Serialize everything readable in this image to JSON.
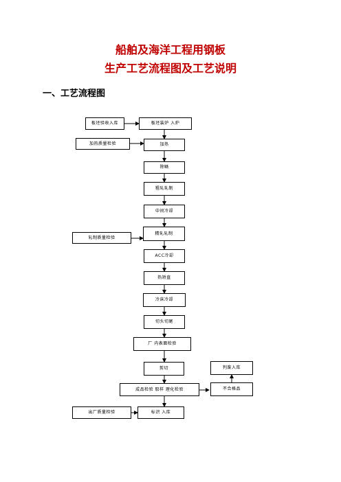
{
  "document": {
    "title_line1": "船舶及海洋工程用钢板",
    "title_line2": "生产工艺流程图及工艺说明",
    "section1": "一、工艺流程图"
  },
  "flowchart": {
    "steps": [
      {
        "id": "n1",
        "label": "板坯验收入库"
      },
      {
        "id": "n2",
        "label": "板坯装炉 入炉"
      },
      {
        "id": "n3",
        "label": "加热质量检验"
      },
      {
        "id": "n4",
        "label": "加热"
      },
      {
        "id": "n5",
        "label": "除鳞"
      },
      {
        "id": "n6",
        "label": "粗轧轧制"
      },
      {
        "id": "n7",
        "label": "中间冷却"
      },
      {
        "id": "n8",
        "label": "精轧轧制"
      },
      {
        "id": "n9",
        "label": "轧制质量检验"
      },
      {
        "id": "n10",
        "label": "ACC冷却"
      },
      {
        "id": "n11",
        "label": "热矫直"
      },
      {
        "id": "n12",
        "label": "冷床冷却"
      },
      {
        "id": "n13",
        "label": "切头切尾"
      },
      {
        "id": "n14",
        "label": "厂 内表面检验"
      },
      {
        "id": "n15",
        "label": "剪切"
      },
      {
        "id": "n16",
        "label": "判废入库"
      },
      {
        "id": "n17",
        "label": "成品检验 取样 理化检验"
      },
      {
        "id": "n18",
        "label": "不合格品"
      },
      {
        "id": "n19",
        "label": "出厂质量检验"
      },
      {
        "id": "n20",
        "label": "标识 入库"
      }
    ]
  }
}
